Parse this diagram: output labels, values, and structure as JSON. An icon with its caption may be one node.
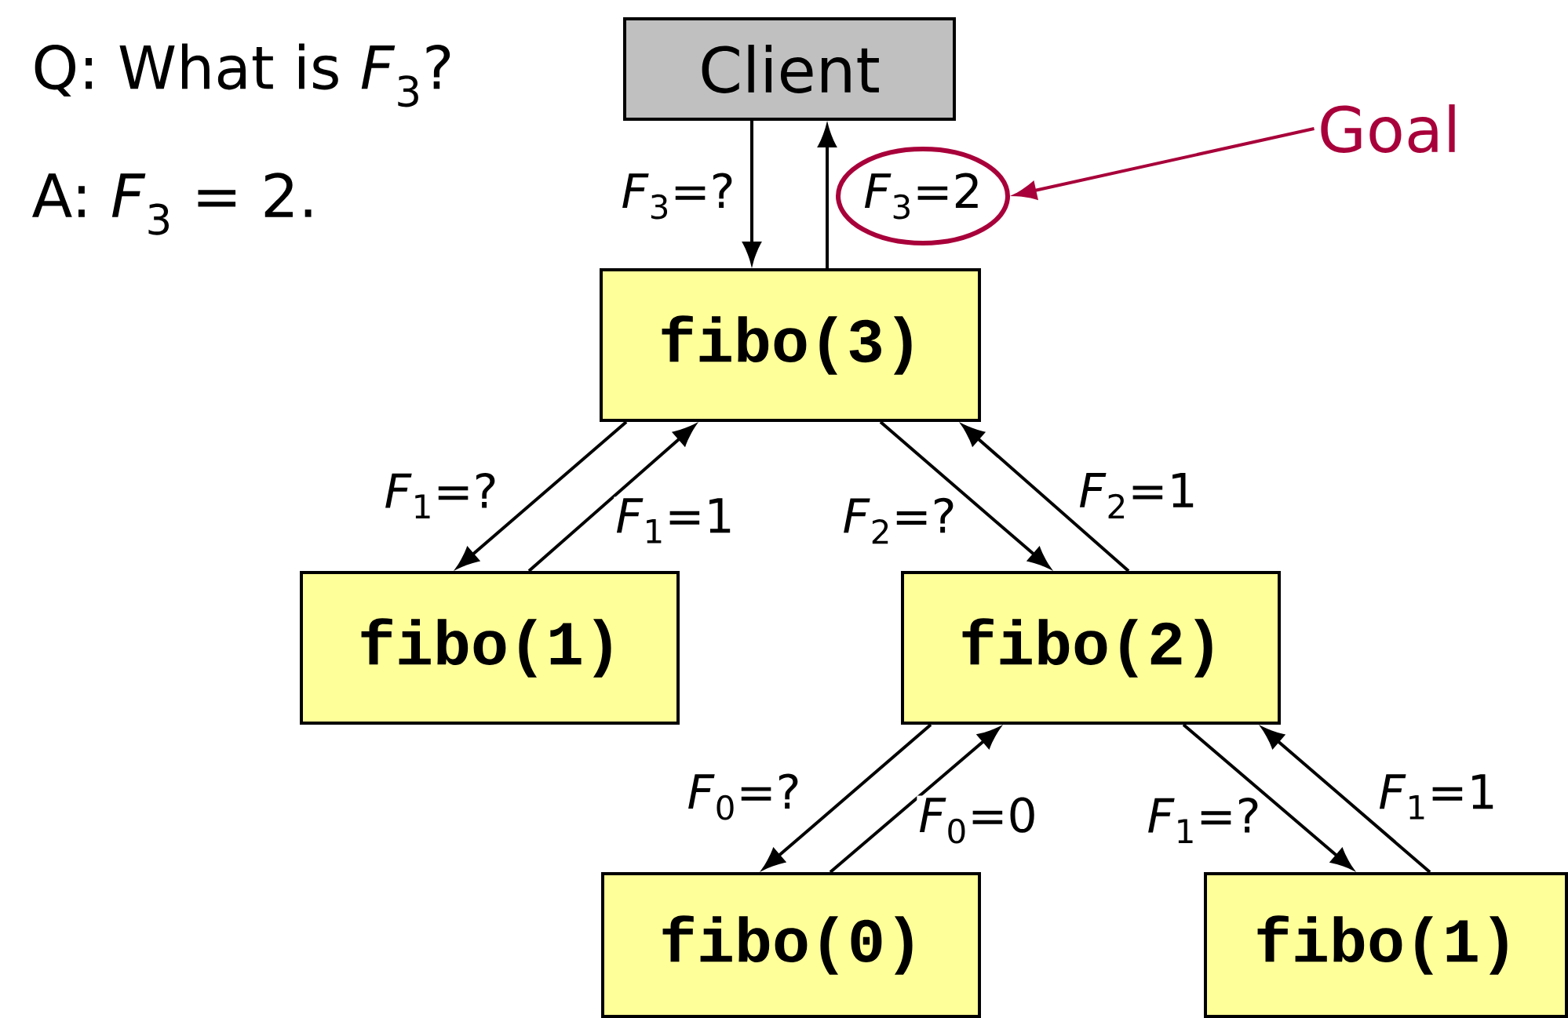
{
  "diagram": {
    "nodes": [
      {
        "text": [
          "Client"
        ]
      },
      {
        "text": [
          "fibo(3)"
        ]
      },
      {
        "text": [
          "fibo(1)"
        ]
      },
      {
        "text": [
          "fibo(2)"
        ]
      },
      {
        "text": [
          "fibo(0)"
        ]
      },
      {
        "text": [
          "fibo(1)"
        ]
      },
      {
        "text": [
          "Goal"
        ]
      },
      {
        "text": [],
        "shape": "ellipse"
      }
    ],
    "edges": [
      {
        "from": 0,
        "to": 1,
        "arrow": "to",
        "label": "*F*$_{3}$=?"
      },
      {
        "from": 1,
        "to": 0,
        "arrow": "to",
        "label": "*F*$_{3}$=2"
      },
      {
        "from": 1,
        "to": 2,
        "arrow": "to",
        "label": "*F*$_{1}$=?"
      },
      {
        "from": 2,
        "to": 1,
        "arrow": "to",
        "label": "*F*$_{1}$=1"
      },
      {
        "from": 1,
        "to": 3,
        "arrow": "to",
        "label": "*F*$_{2}$=?"
      },
      {
        "from": 3,
        "to": 1,
        "arrow": "to",
        "label": "*F*$_{2}$=1"
      },
      {
        "from": 3,
        "to": 4,
        "arrow": "to",
        "label": "*F*$_{0}$=?"
      },
      {
        "from": 4,
        "to": 3,
        "arrow": "to",
        "label": "*F*$_{0}$=0"
      },
      {
        "from": 3,
        "to": 5,
        "arrow": "to",
        "label": "*F*$_{1}$=?"
      },
      {
        "from": 5,
        "to": 3,
        "arrow": "to",
        "label": "*F*$_{1}$=1"
      },
      {
        "from": 6,
        "to": 7,
        "arrow": "to",
        "color": "#a8003a"
      }
    ],
    "labels": [
      "Q: What is *F*$_{3}$?",
      "A: *F*$_{3}$ = 2."
    ]
  }
}
